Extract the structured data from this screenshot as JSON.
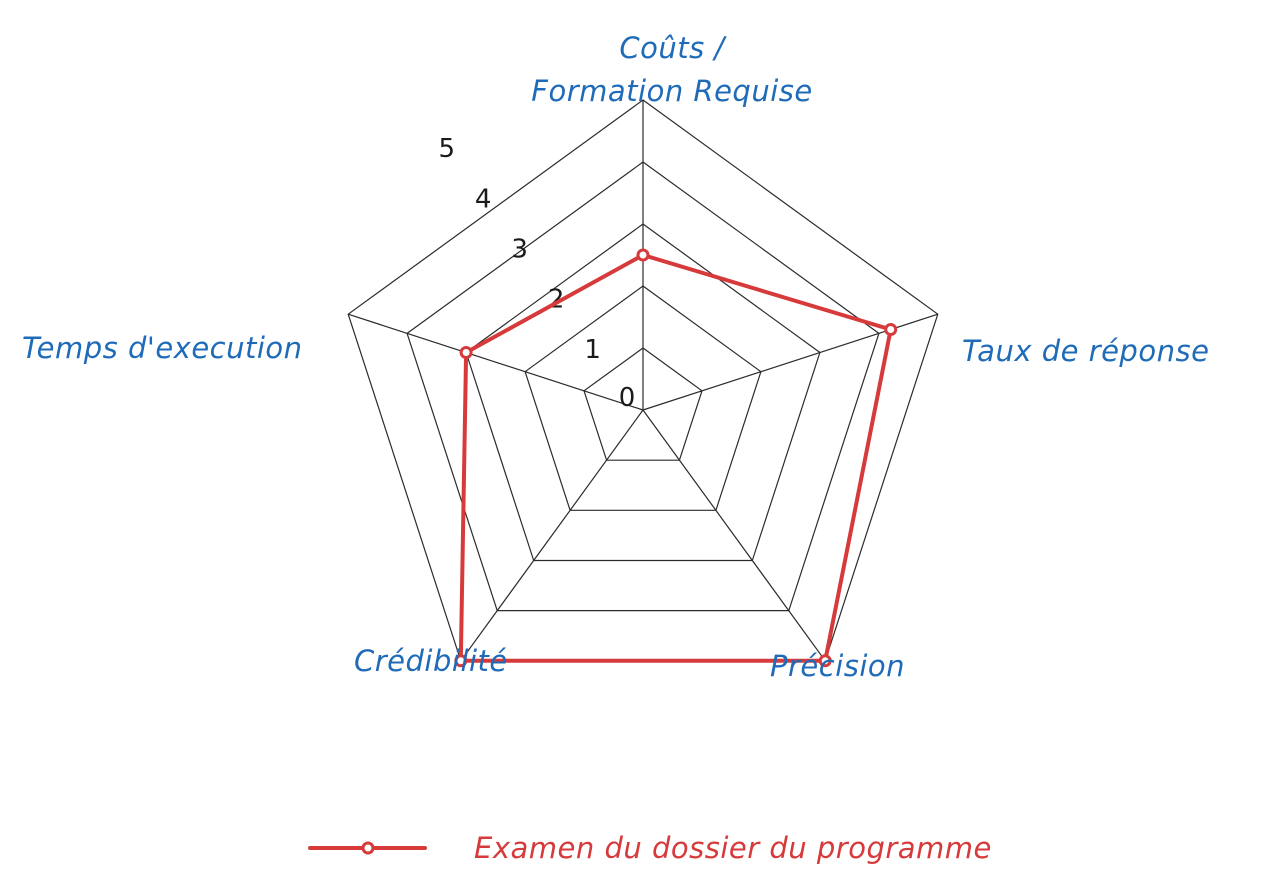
{
  "chart_data": {
    "type": "radar",
    "axes": [
      {
        "label_lines": [
          "Coûts /",
          "Formation Requise"
        ]
      },
      {
        "label_lines": [
          "Taux de réponse"
        ]
      },
      {
        "label_lines": [
          "Précision"
        ]
      },
      {
        "label_lines": [
          "Crédibilité"
        ]
      },
      {
        "label_lines": [
          "Temps d'execution"
        ]
      }
    ],
    "scale": {
      "min": 0,
      "max": 5,
      "ticks": [
        "0",
        "1",
        "2",
        "3",
        "4",
        "5"
      ]
    },
    "series": [
      {
        "name": "Examen du dossier du programme",
        "values": [
          2.5,
          4.2,
          5,
          5,
          3
        ]
      }
    ],
    "legend_position": "bottom-center"
  },
  "colors": {
    "grid": "#2b2b2b",
    "axis_label": "#1f6bb8",
    "series": "#d63a3a",
    "tick": "#1a1a1a"
  }
}
